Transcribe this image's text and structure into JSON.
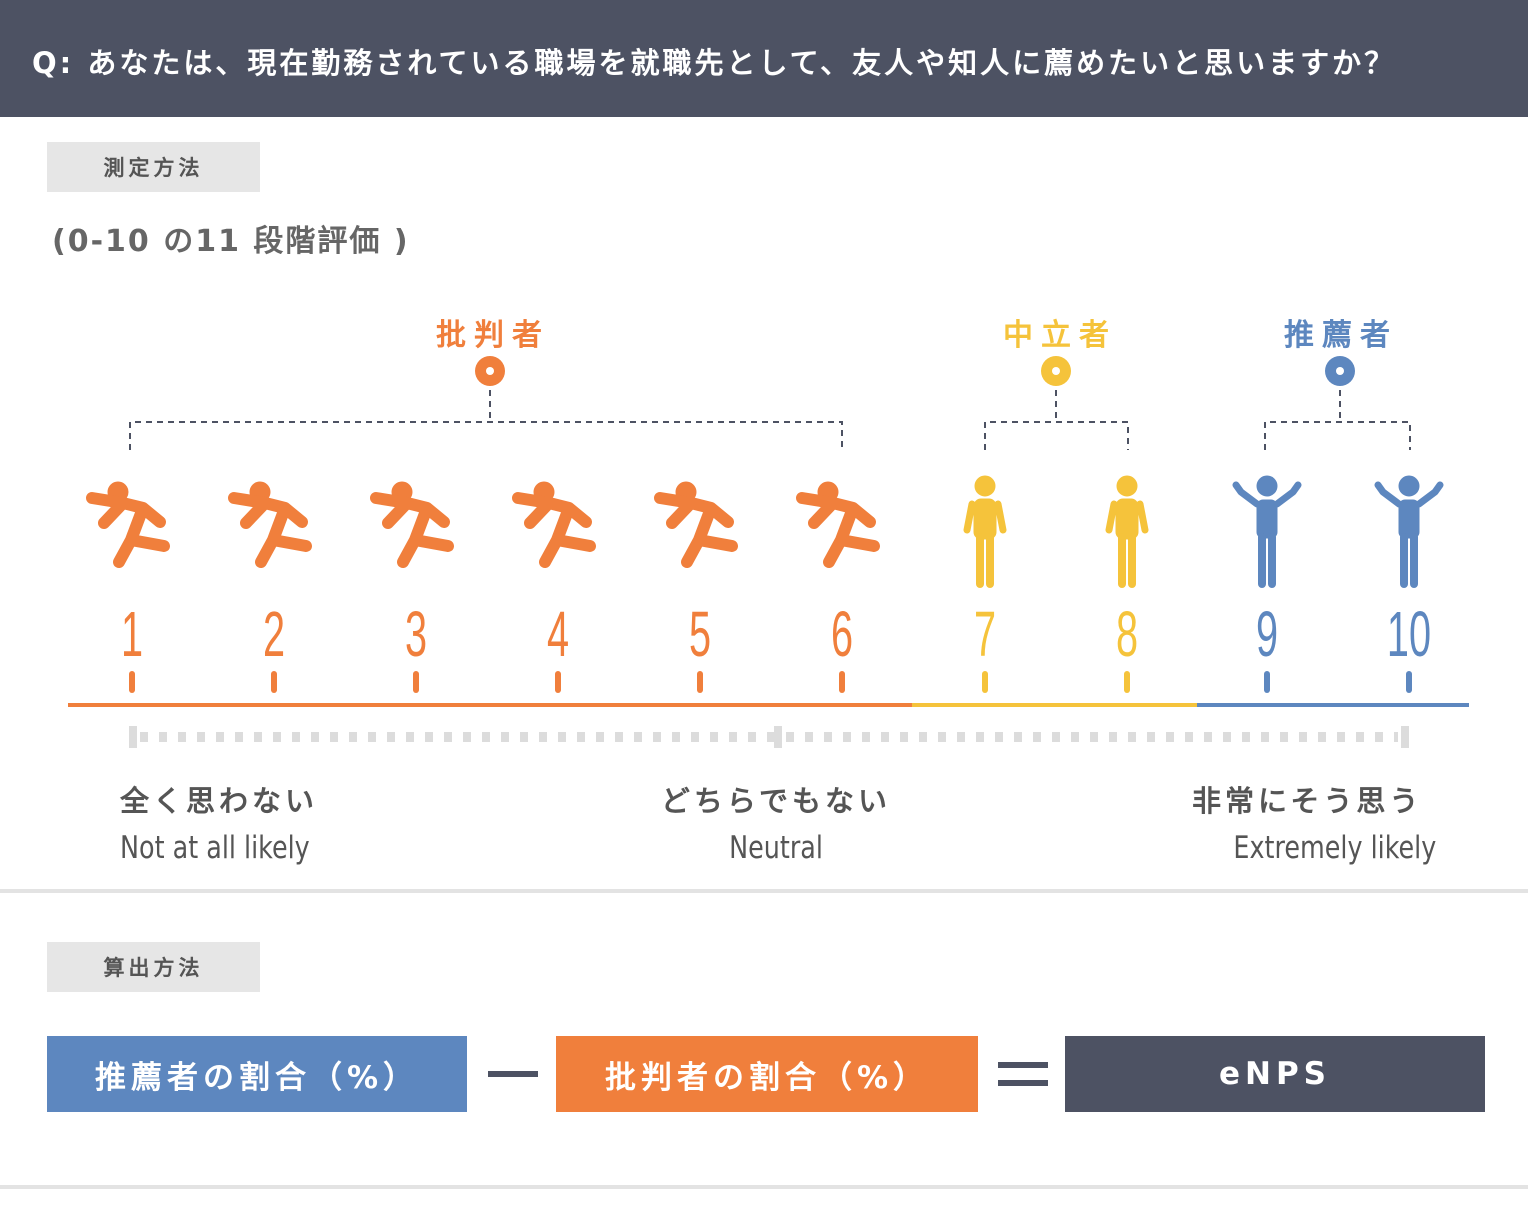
{
  "question": "Q: あなたは、現在勤務されている職場を就職先として、友人や知人に薦めたいと思いますか？",
  "measure_tag": "測定方法",
  "scale_note": "(0-10 の11 段階評価 )",
  "groups": [
    {
      "name": "批判者",
      "color": "#f07f3c",
      "from": 1,
      "to": 6
    },
    {
      "name": "中立者",
      "color": "#f5c33b",
      "from": 7,
      "to": 8
    },
    {
      "name": "推薦者",
      "color": "#5d87bf",
      "from": 9,
      "to": 10
    }
  ],
  "scores": [
    "1",
    "2",
    "3",
    "4",
    "5",
    "6",
    "7",
    "8",
    "9",
    "10"
  ],
  "scale_labels": {
    "low": {
      "jp": "全く思わない",
      "en": "Not at all likely"
    },
    "mid": {
      "jp": "どちらでもない",
      "en": "Neutral"
    },
    "high": {
      "jp": "非常にそう思う",
      "en": "Extremely likely"
    }
  },
  "calc_tag": "算出方法",
  "formula": {
    "promoters": "推薦者の割合（%）",
    "detractors": "批判者の割合（%）",
    "result": "eNPS"
  },
  "colors": {
    "header": "#4d5263",
    "detractor": "#f07f3c",
    "passive": "#f5c33b",
    "promoter": "#5d87bf",
    "result": "#4d5263"
  }
}
